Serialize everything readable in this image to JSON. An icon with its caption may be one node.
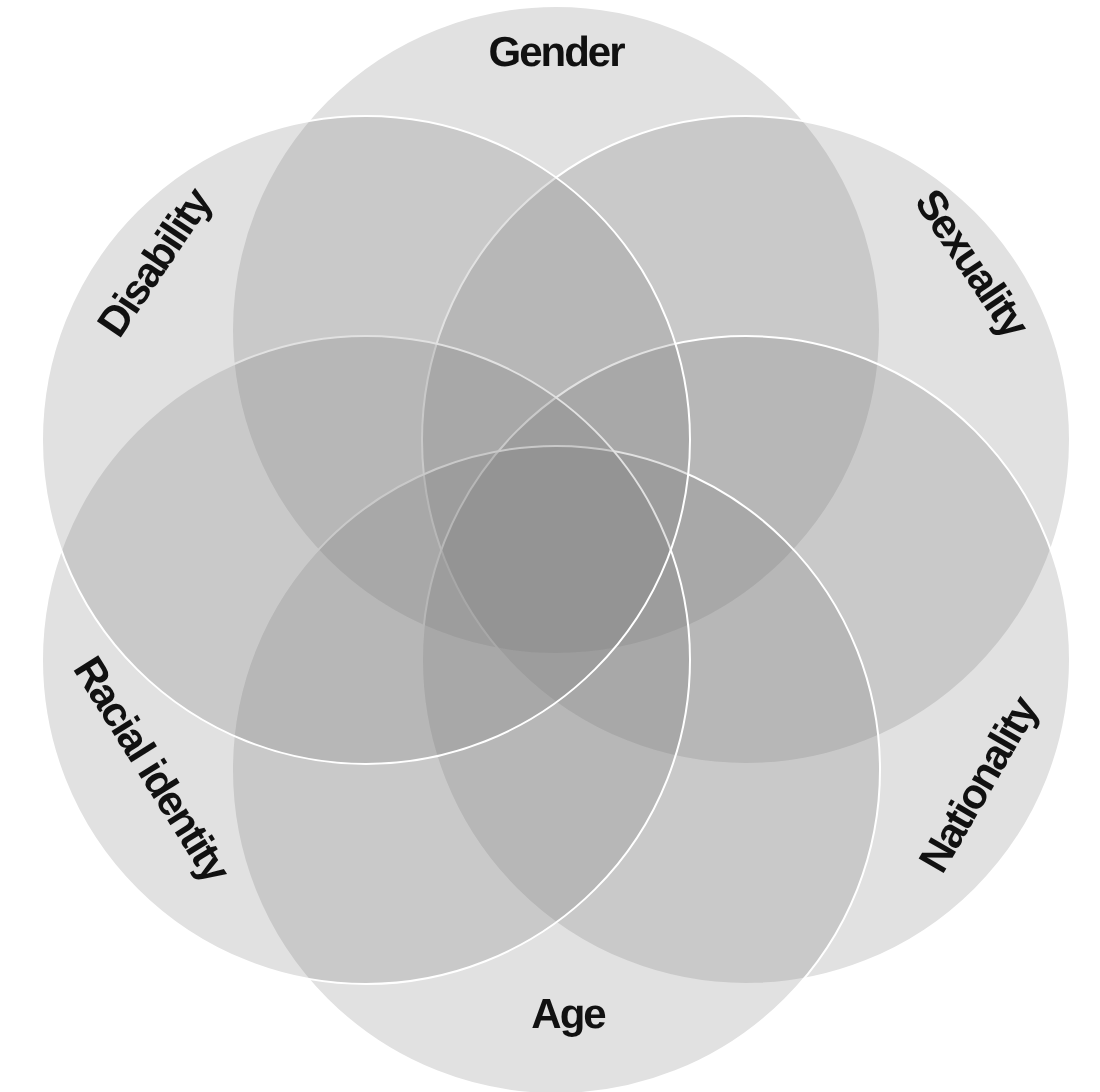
{
  "diagram": {
    "nodes": [
      {
        "text": [
          "Gender"
        ]
      },
      {
        "text": [
          "Sexuality"
        ]
      },
      {
        "text": [
          "Nationality"
        ]
      },
      {
        "text": [
          "Age"
        ]
      },
      {
        "text": [
          "Racial identity"
        ]
      },
      {
        "text": [
          "Disability"
        ]
      }
    ]
  }
}
